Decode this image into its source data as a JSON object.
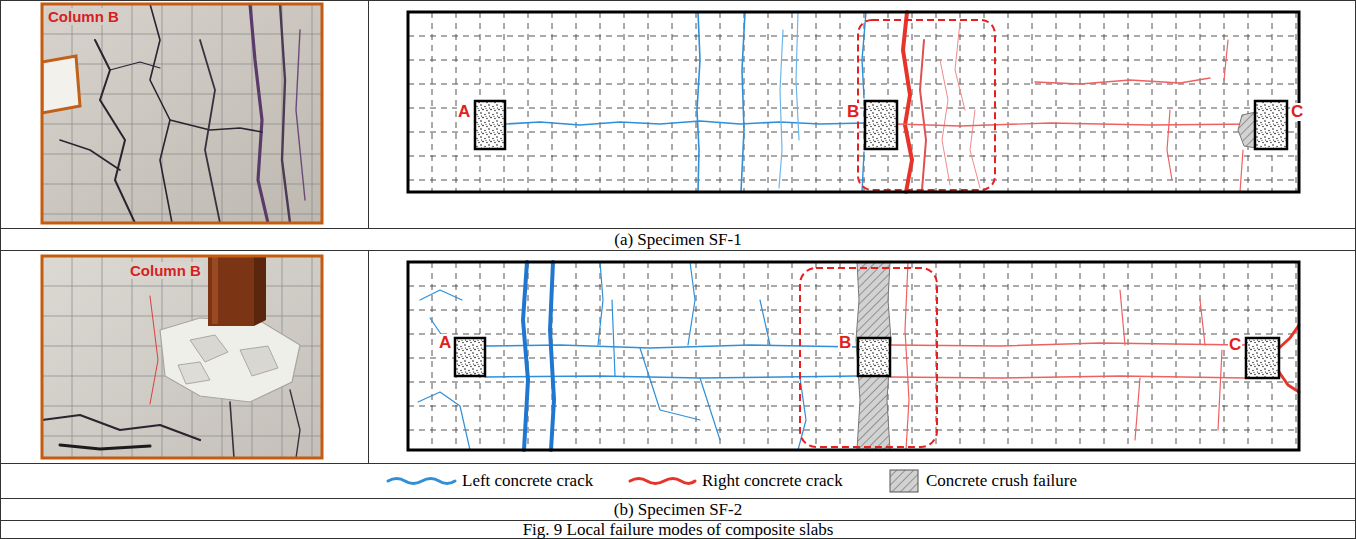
{
  "diagram": {
    "caption": "Fig. 9 Local failure modes of composite slabs",
    "labels": [
      "Column B",
      "A",
      "B",
      "C",
      "(a) Specimen SF-1",
      "Column B",
      "A",
      "B",
      "C",
      "(b) Specimen SF-2"
    ],
    "legend": [
      {
        "text": "Left concrete crack"
      },
      {
        "text": "Right concrete crack"
      },
      {
        "text": "Concrete crush failure"
      }
    ]
  }
}
